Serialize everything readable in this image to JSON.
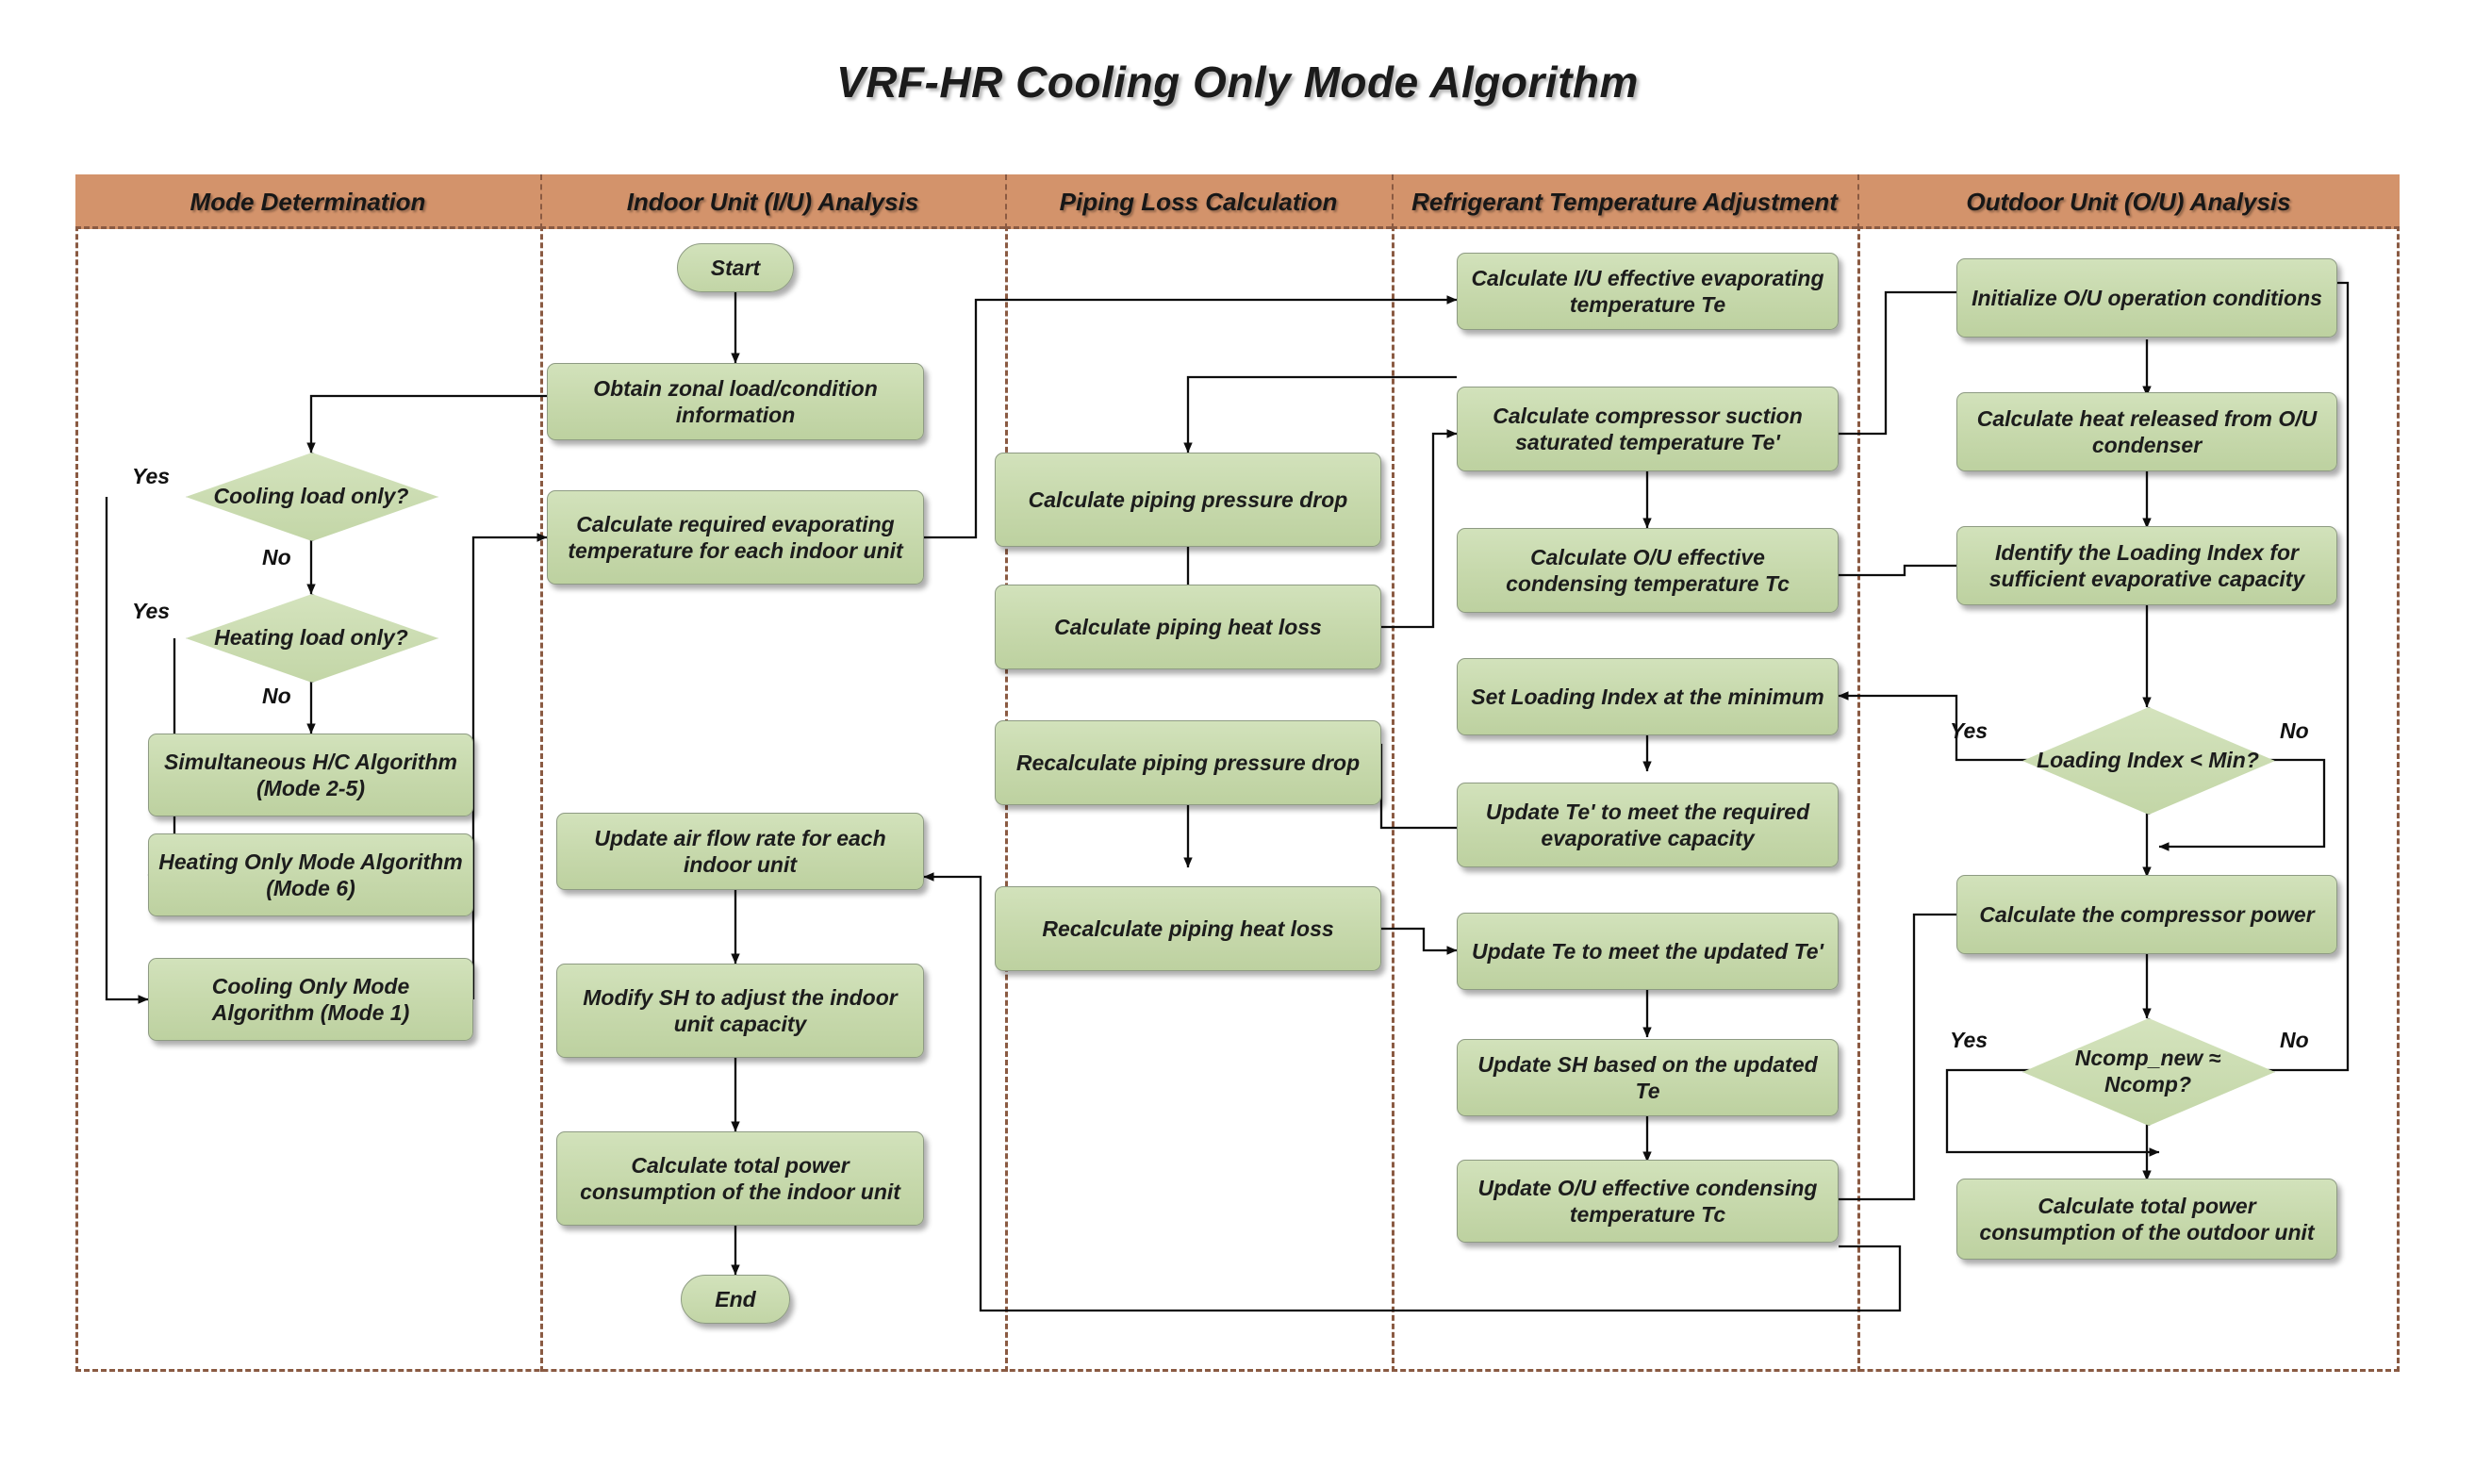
{
  "title": "VRF-HR Cooling Only Mode Algorithm",
  "colors": {
    "lane_header_bg": "#d3936b",
    "lane_border": "#8a5a42",
    "node_fill": "#c6d8ab",
    "node_border": "#8e9b83",
    "text": "#1c1c1c"
  },
  "lanes": [
    {
      "id": "mode",
      "label": "Mode Determination"
    },
    {
      "id": "iu",
      "label": "Indoor Unit (I/U) Analysis"
    },
    {
      "id": "piping",
      "label": "Piping Loss Calculation"
    },
    {
      "id": "refrigerant",
      "label": "Refrigerant Temperature Adjustment"
    },
    {
      "id": "ou",
      "label": "Outdoor Unit (O/U) Analysis"
    }
  ],
  "nodes": {
    "start": {
      "label": "Start",
      "shape": "terminator"
    },
    "obtain": {
      "label": "Obtain zonal load/condition information",
      "shape": "process"
    },
    "calc_req_te": {
      "label": "Calculate required evaporating temperature for each indoor unit",
      "shape": "process"
    },
    "cooling_only": {
      "label": "Cooling load only?",
      "shape": "decision"
    },
    "heating_only": {
      "label": "Heating load only?",
      "shape": "decision"
    },
    "simul_hc": {
      "label": "Simultaneous H/C Algorithm (Mode 2-5)",
      "shape": "process"
    },
    "heat_only": {
      "label": "Heating Only Mode Algorithm (Mode 6)",
      "shape": "process"
    },
    "cool_only": {
      "label": "Cooling Only Mode Algorithm (Mode 1)",
      "shape": "process"
    },
    "update_air": {
      "label": "Update air flow rate for each indoor unit",
      "shape": "process"
    },
    "modify_sh": {
      "label": "Modify SH to adjust the indoor unit capacity",
      "shape": "process"
    },
    "iu_power": {
      "label": "Calculate total power consumption of the indoor unit",
      "shape": "process"
    },
    "end": {
      "label": "End",
      "shape": "terminator"
    },
    "pipe_drop": {
      "label": "Calculate piping pressure drop",
      "shape": "process"
    },
    "pipe_heat": {
      "label": "Calculate piping  heat loss",
      "shape": "process"
    },
    "repipe_drop": {
      "label": "Recalculate piping pressure drop",
      "shape": "process"
    },
    "repipe_heat": {
      "label": "Recalculate piping heat loss",
      "shape": "process"
    },
    "iu_te": {
      "label": "Calculate I/U effective evaporating temperature Te",
      "shape": "process"
    },
    "comp_te": {
      "label": "Calculate compressor suction saturated temperature Te'",
      "shape": "process"
    },
    "ou_tc": {
      "label": "Calculate O/U effective condensing temperature Tc",
      "shape": "process"
    },
    "set_li": {
      "label": "Set Loading Index at the minimum",
      "shape": "process"
    },
    "upd_te_p": {
      "label": "Update Te' to meet the required evaporative capacity",
      "shape": "process"
    },
    "upd_te": {
      "label": "Update Te to meet the updated Te'",
      "shape": "process"
    },
    "upd_sh": {
      "label": "Update SH based on the updated Te",
      "shape": "process"
    },
    "upd_tc": {
      "label": "Update O/U effective condensing temperature Tc",
      "shape": "process"
    },
    "init_ou": {
      "label": "Initialize O/U operation conditions",
      "shape": "process"
    },
    "heat_rel": {
      "label": "Calculate heat released from O/U condenser",
      "shape": "process"
    },
    "ident_li": {
      "label": "Identify the Loading Index for sufficient evaporative capacity",
      "shape": "process"
    },
    "li_min": {
      "label": "Loading Index < Min?",
      "shape": "decision"
    },
    "comp_power": {
      "label": "Calculate the compressor power",
      "shape": "process"
    },
    "ncomp": {
      "label": "Ncomp_new ≈  Ncomp?",
      "shape": "decision"
    },
    "ou_power": {
      "label": "Calculate total power consumption of the outdoor unit",
      "shape": "process"
    }
  },
  "edge_labels": {
    "cooling_yes": "Yes",
    "cooling_no": "No",
    "heating_yes": "Yes",
    "heating_no": "No",
    "li_yes": "Yes",
    "li_no": "No",
    "ncomp_yes": "Yes",
    "ncomp_no": "No"
  }
}
